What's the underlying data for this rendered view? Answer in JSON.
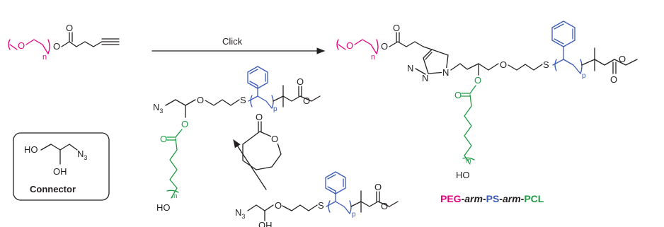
{
  "arrow_label": "Click",
  "connector": {
    "label": "Connector",
    "ho": "HO",
    "oh": "OH",
    "azide": "N",
    "azide_sub": "3"
  },
  "atoms": {
    "o": "O",
    "s": "S",
    "n": "N",
    "ho": "HO",
    "oh": "OH",
    "n_repeat": "n",
    "p_repeat": "p",
    "m_repeat": "m",
    "n3": "N",
    "n3_sub": "3"
  },
  "product_name": {
    "peg": "PEG",
    "sep1": "-",
    "arm1": "arm",
    "sep2": "-",
    "ps": "PS",
    "sep3": "-",
    "arm2": "arm",
    "sep4": "-",
    "pcl": "PCL"
  },
  "colors": {
    "peg": "#e6007e",
    "ps": "#3b5bb5",
    "pcl": "#1f9a45",
    "ink": "#231f20"
  }
}
